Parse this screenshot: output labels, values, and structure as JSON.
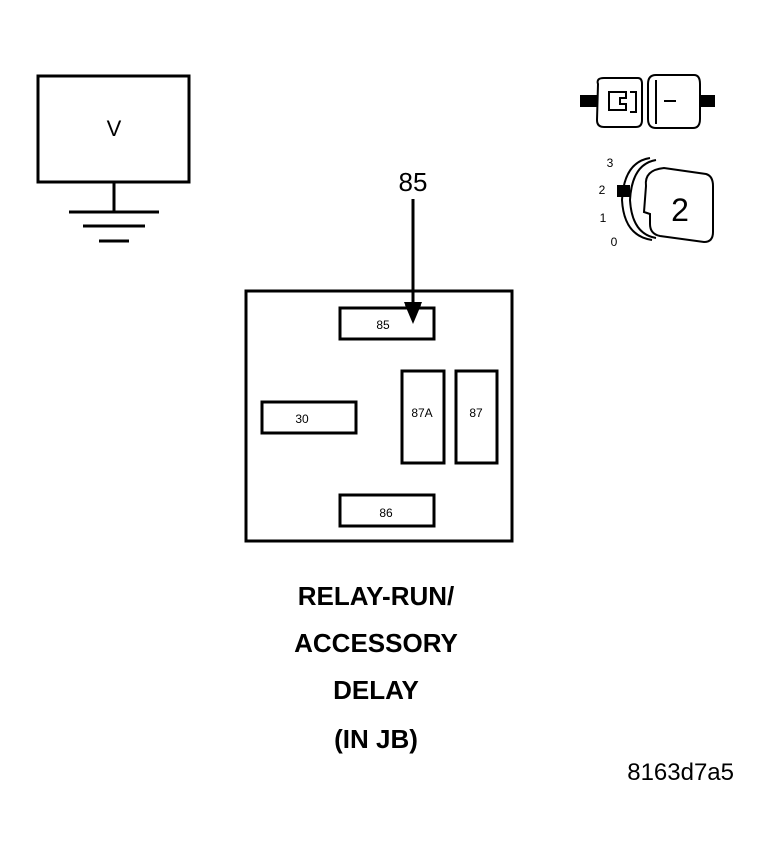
{
  "meter": {
    "label": "V"
  },
  "probe": {
    "pin_label": "85"
  },
  "relay": {
    "pins": {
      "p85": "85",
      "p30": "30",
      "p87a": "87A",
      "p87": "87",
      "p86": "86"
    }
  },
  "ignition": {
    "positions": [
      "3",
      "2",
      "1",
      "0"
    ],
    "selected": "2"
  },
  "caption": {
    "lines": [
      "RELAY-RUN/",
      "ACCESSORY",
      "DELAY",
      "(IN JB)"
    ]
  },
  "figure_id": "8163d7a5",
  "colors": {
    "ink": "#000000",
    "paper": "#ffffff"
  }
}
